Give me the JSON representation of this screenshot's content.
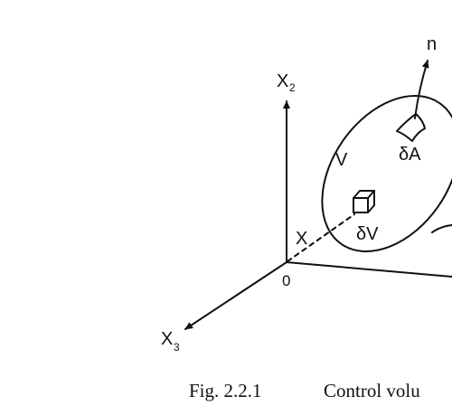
{
  "labels": {
    "axis_x2": "X",
    "axis_x2_sub": "2",
    "axis_x3": "X",
    "axis_x3_sub": "3",
    "origin": "0",
    "position": "X",
    "normal": "n",
    "volume": "V",
    "area_element": "δA",
    "volume_element": "δV"
  },
  "caption": {
    "number": "Fig. 2.2.1",
    "text": "Control volu"
  }
}
